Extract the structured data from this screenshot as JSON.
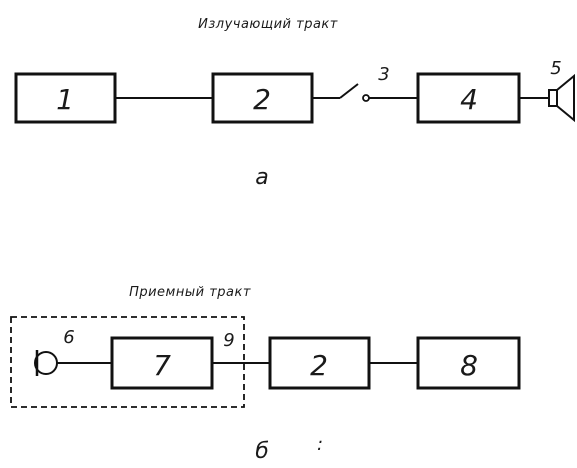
{
  "transmit_path": {
    "caption": "Излучающий тракт",
    "blocks": [
      "1",
      "2",
      "4"
    ],
    "switch_label": "3",
    "emitter_label": "5",
    "sublabel": "а"
  },
  "receive_path": {
    "caption": "Приемный тракт",
    "blocks": [
      "7",
      "2",
      "8"
    ],
    "mic_label": "6",
    "group_label": "9",
    "sublabel": "б"
  },
  "stray_mark": ":"
}
